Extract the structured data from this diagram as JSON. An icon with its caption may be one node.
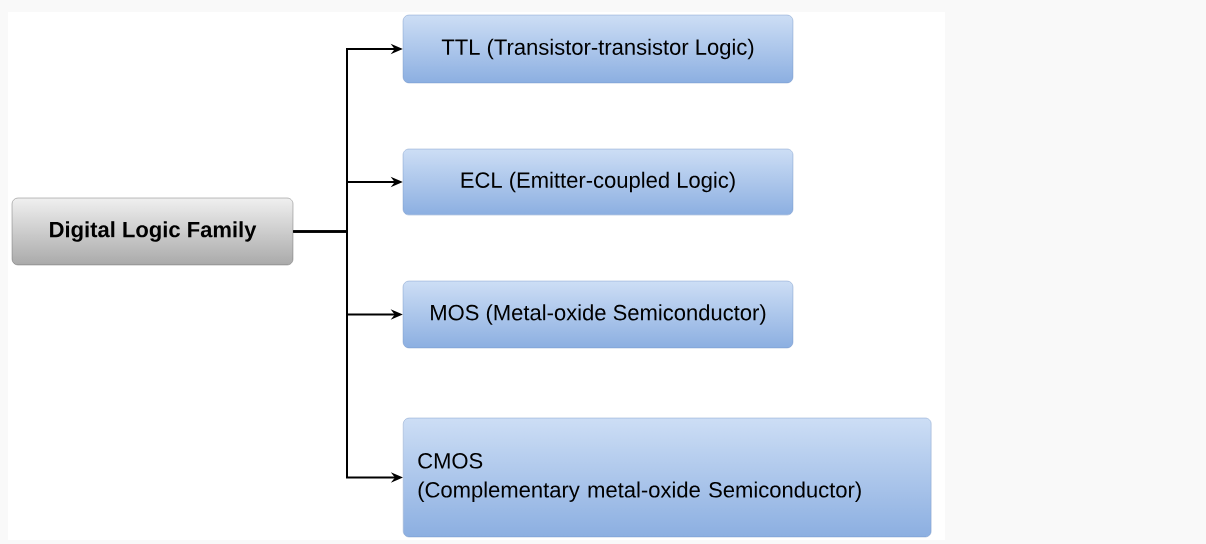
{
  "diagram": {
    "nodes": [
      {
        "text": [
          "Digital Logic Family"
        ]
      },
      {
        "text": [
          "TTL (Transistor-transistor Logic)"
        ]
      },
      {
        "text": [
          "ECL (Emitter-coupled Logic)"
        ]
      },
      {
        "text": [
          "MOS (Metal-oxide Semiconductor)"
        ]
      },
      {
        "text": [
          "CMOS",
          "(Complementary metal-oxide Semiconductor)"
        ]
      }
    ],
    "edges": [
      {
        "from": 0,
        "to": 1,
        "arrow": "to"
      },
      {
        "from": 0,
        "to": 2,
        "arrow": "to"
      },
      {
        "from": 0,
        "to": 3,
        "arrow": "to"
      },
      {
        "from": 0,
        "to": 4,
        "arrow": "to"
      }
    ]
  }
}
